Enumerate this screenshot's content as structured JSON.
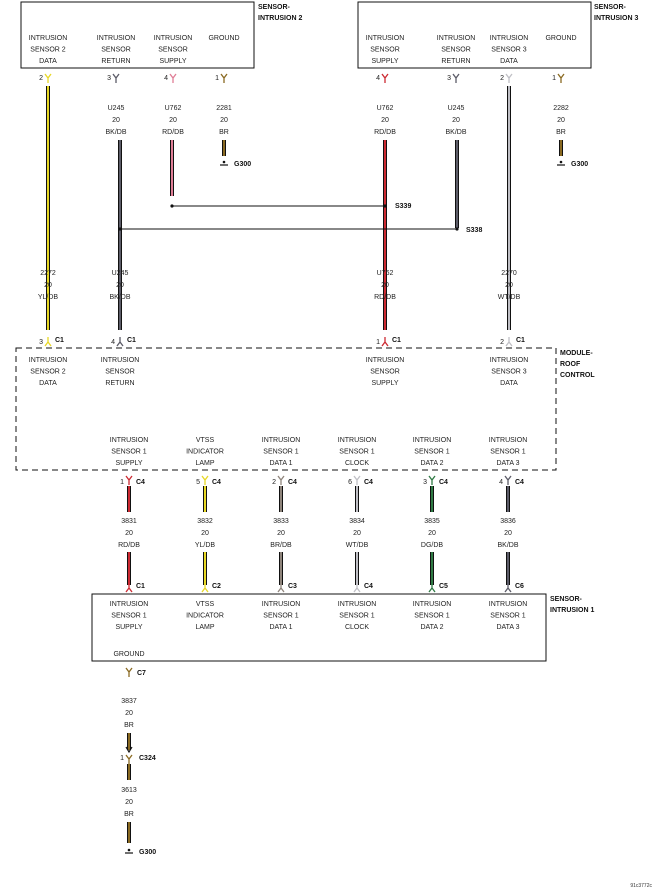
{
  "colors": {
    "YL/DB": "#e8d826",
    "BK/DB": "#5c5c68",
    "RD/DB": "#cc2a32",
    "PK": "#e07e96",
    "BR": "#8a6a22",
    "WT/DB": "#c0c0c6",
    "BR/DB": "#8f857c",
    "DG/DB": "#2f7a44",
    "line": "#111111"
  },
  "components": {
    "sensor2": {
      "title": [
        "SENSOR-",
        "INTRUSION 2"
      ],
      "pins": [
        {
          "label": [
            "INTRUSION",
            "SENSOR 2",
            "DATA"
          ],
          "pin": "2"
        },
        {
          "label": [
            "INTRUSION",
            "SENSOR",
            "RETURN"
          ],
          "pin": "3"
        },
        {
          "label": [
            "INTRUSION",
            "SENSOR",
            "SUPPLY"
          ],
          "pin": "4"
        },
        {
          "label": [
            "GROUND"
          ],
          "pin": "1"
        }
      ]
    },
    "sensor3": {
      "title": [
        "SENSOR-",
        "INTRUSION 3"
      ],
      "pins": [
        {
          "label": [
            "INTRUSION",
            "SENSOR",
            "SUPPLY"
          ],
          "pin": "4"
        },
        {
          "label": [
            "INTRUSION",
            "SENSOR",
            "RETURN"
          ],
          "pin": "3"
        },
        {
          "label": [
            "INTRUSION",
            "SENSOR 3",
            "DATA"
          ],
          "pin": "2"
        },
        {
          "label": [
            "GROUND"
          ],
          "pin": "1"
        }
      ]
    },
    "module": {
      "title": [
        "MODULE-",
        "ROOF",
        "CONTROL"
      ],
      "top_pins": [
        {
          "label": [
            "INTRUSION",
            "SENSOR 2",
            "DATA"
          ],
          "pin": "3",
          "conn": "C1"
        },
        {
          "label": [
            "INTRUSION",
            "SENSOR",
            "RETURN"
          ],
          "pin": "4",
          "conn": "C1"
        },
        {
          "label": [
            "INTRUSION",
            "SENSOR",
            "SUPPLY"
          ],
          "pin": "1",
          "conn": "C1"
        },
        {
          "label": [
            "INTRUSION",
            "SENSOR 3",
            "DATA"
          ],
          "pin": "2",
          "conn": "C1"
        }
      ],
      "bottom_pins": [
        {
          "label": [
            "INTRUSION",
            "SENSOR 1",
            "SUPPLY"
          ],
          "pin": "1",
          "conn": "C4"
        },
        {
          "label": [
            "VTSS",
            "INDICATOR",
            "LAMP"
          ],
          "pin": "5",
          "conn": "C4"
        },
        {
          "label": [
            "INTRUSION",
            "SENSOR 1",
            "DATA 1"
          ],
          "pin": "2",
          "conn": "C4"
        },
        {
          "label": [
            "INTRUSION",
            "SENSOR 1",
            "CLOCK"
          ],
          "pin": "6",
          "conn": "C4"
        },
        {
          "label": [
            "INTRUSION",
            "SENSOR 1",
            "DATA 2"
          ],
          "pin": "3",
          "conn": "C4"
        },
        {
          "label": [
            "INTRUSION",
            "SENSOR 1",
            "DATA 3"
          ],
          "pin": "4",
          "conn": "C4"
        }
      ]
    },
    "sensor1": {
      "title": [
        "SENSOR-",
        "INTRUSION 1"
      ],
      "pins": [
        {
          "label": [
            "INTRUSION",
            "SENSOR 1",
            "SUPPLY"
          ],
          "conn": "C1"
        },
        {
          "label": [
            "VTSS",
            "INDICATOR",
            "LAMP"
          ],
          "conn": "C2"
        },
        {
          "label": [
            "INTRUSION",
            "SENSOR 1",
            "DATA 1"
          ],
          "conn": "C3"
        },
        {
          "label": [
            "INTRUSION",
            "SENSOR 1",
            "CLOCK"
          ],
          "conn": "C4"
        },
        {
          "label": [
            "INTRUSION",
            "SENSOR 1",
            "DATA 2"
          ],
          "conn": "C5"
        },
        {
          "label": [
            "INTRUSION",
            "SENSOR 1",
            "DATA 3"
          ],
          "conn": "C6"
        }
      ],
      "ground": {
        "label": "GROUND",
        "conn": "C7"
      }
    }
  },
  "wires": {
    "s2_upper": [
      {
        "circuit": "U245",
        "gauge": "20",
        "color": "BK/DB"
      },
      {
        "circuit": "U762",
        "gauge": "20",
        "color": "RD/DB"
      },
      {
        "circuit": "2281",
        "gauge": "20",
        "color": "BR"
      }
    ],
    "s3_upper": [
      {
        "circuit": "U762",
        "gauge": "20",
        "color": "RD/DB"
      },
      {
        "circuit": "U245",
        "gauge": "20",
        "color": "BK/DB"
      },
      {
        "circuit": "2282",
        "gauge": "20",
        "color": "BR"
      }
    ],
    "module_upper": [
      {
        "circuit": "2272",
        "gauge": "20",
        "color": "YL/DB"
      },
      {
        "circuit": "U245",
        "gauge": "20",
        "color": "BK/DB"
      },
      {
        "circuit": "U762",
        "gauge": "20",
        "color": "RD/DB"
      },
      {
        "circuit": "2270",
        "gauge": "20",
        "color": "WT/DB"
      }
    ],
    "lower": [
      {
        "circuit": "3831",
        "gauge": "20",
        "color": "RD/DB"
      },
      {
        "circuit": "3832",
        "gauge": "20",
        "color": "YL/DB"
      },
      {
        "circuit": "3833",
        "gauge": "20",
        "color": "BR/DB"
      },
      {
        "circuit": "3834",
        "gauge": "20",
        "color": "WT/DB"
      },
      {
        "circuit": "3835",
        "gauge": "20",
        "color": "DG/DB"
      },
      {
        "circuit": "3836",
        "gauge": "20",
        "color": "BK/DB"
      }
    ],
    "ground1": {
      "circuit": "3837",
      "gauge": "20",
      "color": "BR"
    },
    "ground2": {
      "circuit": "3613",
      "gauge": "20",
      "color": "BR"
    }
  },
  "splices": {
    "s339": "S339",
    "s338": "S338"
  },
  "grounds": {
    "g_s2": "G300",
    "g_s3": "G300",
    "g_main": "G300"
  },
  "inline": {
    "pin": "1",
    "name": "C324"
  },
  "figure_id": "91c3772c"
}
